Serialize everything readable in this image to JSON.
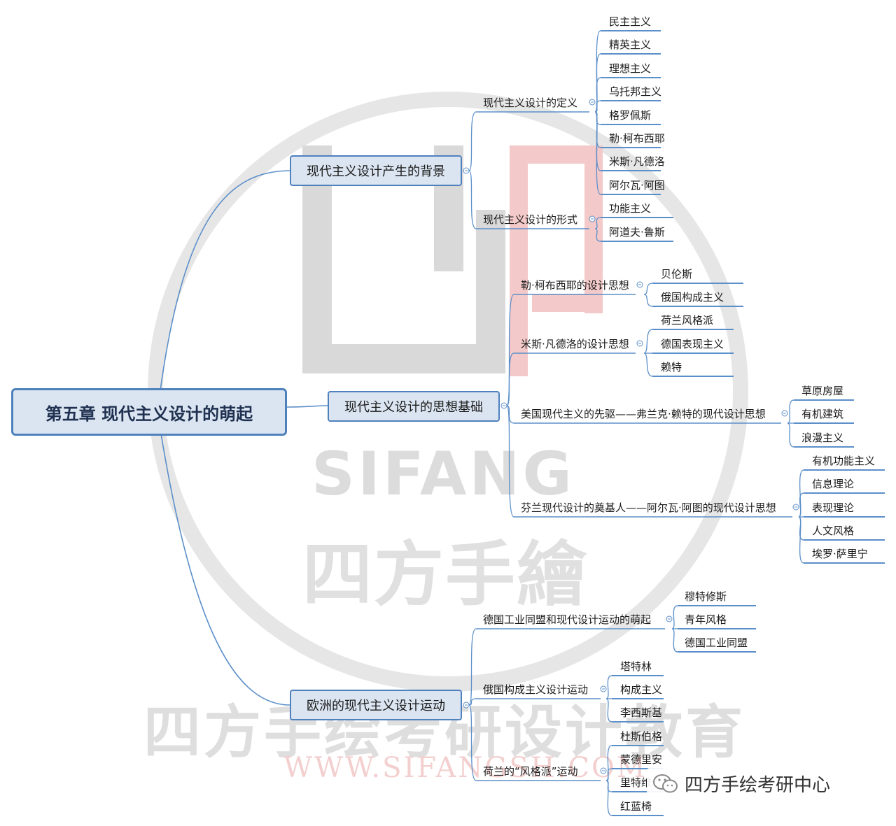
{
  "root": "第五章 现代主义设计的萌起",
  "branches": [
    {
      "label": "现代主义设计产生的背景",
      "children": [
        {
          "label": "现代主义设计的定义",
          "children": [
            "民主主义",
            "精英主义",
            "理想主义",
            "乌托邦主义",
            "格罗佩斯",
            "勒·柯布西耶",
            "米斯·凡德洛",
            "阿尔瓦·阿图"
          ]
        },
        {
          "label": "现代主义设计的形式",
          "children": [
            "功能主义",
            "阿道夫·鲁斯"
          ]
        }
      ]
    },
    {
      "label": "现代主义设计的思想基础",
      "children": [
        {
          "label": "勒·柯布西耶的设计思想",
          "children": [
            "贝伦斯",
            "俄国构成主义"
          ]
        },
        {
          "label": "米斯·凡德洛的设计思想",
          "children": [
            "荷兰风格派",
            "德国表现主义",
            "赖特"
          ]
        },
        {
          "label": "美国现代主义的先驱——弗兰克·赖特的现代设计思想",
          "children": [
            "草原房屋",
            "有机建筑",
            "浪漫主义"
          ]
        },
        {
          "label": "芬兰现代设计的奠基人——阿尔瓦·阿图的现代设计思想",
          "children": [
            "有机功能主义",
            "信息理论",
            "表现理论",
            "人文风格",
            "埃罗·萨里宁"
          ]
        }
      ]
    },
    {
      "label": "欧洲的现代主义设计运动",
      "children": [
        {
          "label": "德国工业同盟和现代设计运动的萌起",
          "children": [
            "穆特修斯",
            "青年风格",
            "德国工业同盟"
          ]
        },
        {
          "label": "俄国构成主义设计运动",
          "children": [
            "塔特林",
            "构成主义",
            "李西斯基"
          ]
        },
        {
          "label": "荷兰的“风格派”运动",
          "children": [
            "杜斯伯格",
            "蒙德里安",
            "里特维尔德",
            "红蓝椅"
          ]
        }
      ]
    }
  ],
  "watermark": {
    "brand_latin": "SIFANG",
    "brand_cn": "四方手繪",
    "edu": "四方手绘考研设计教育",
    "url": "WWW.SIFANGSH.COM",
    "account": "四方手绘考研中心"
  },
  "colors": {
    "line": "#5b8fc9",
    "node_fill": "#dbe5f1",
    "node_border": "#4f81bd"
  }
}
